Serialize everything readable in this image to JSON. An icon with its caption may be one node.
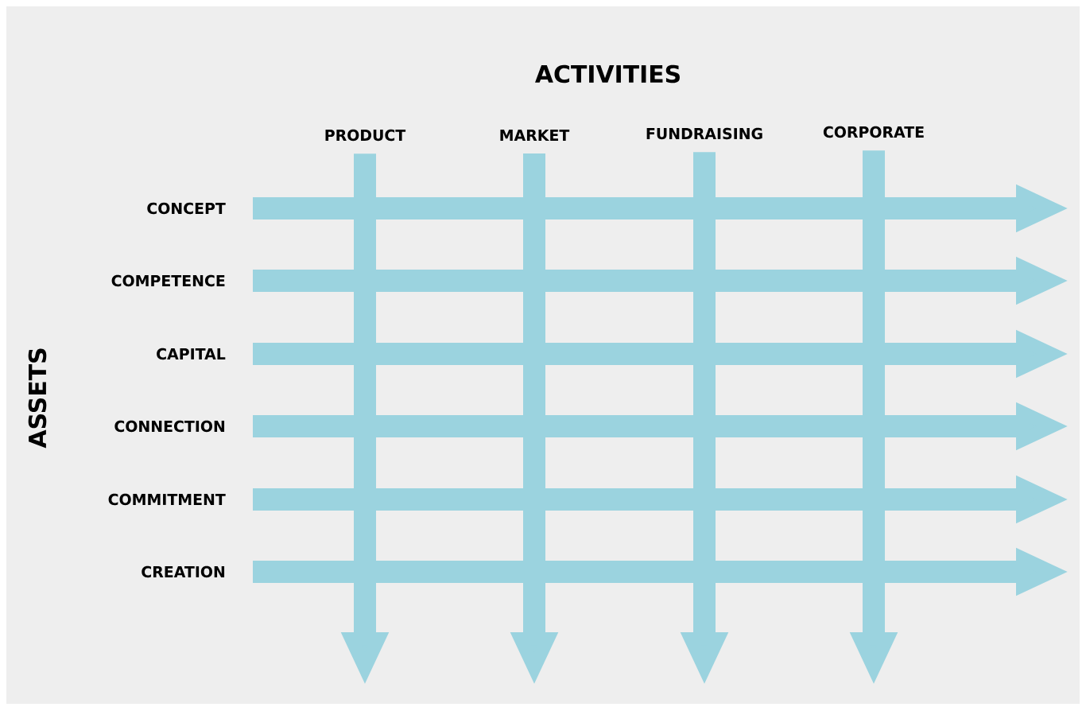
{
  "diagram": {
    "title": "ACTIVITIES",
    "nodes": [
      {
        "text": [
          "PRODUCT"
        ]
      },
      {
        "text": [
          "MARKET"
        ]
      },
      {
        "text": [
          "FUNDRAISING"
        ]
      },
      {
        "text": [
          "CORPORATE"
        ]
      },
      {
        "text": [
          "CONCEPT"
        ]
      },
      {
        "text": [
          "COMPETENCE"
        ]
      },
      {
        "text": [
          "CAPITAL"
        ]
      },
      {
        "text": [
          "CONNECTION"
        ]
      },
      {
        "text": [
          "COMMITMENT"
        ]
      },
      {
        "text": [
          "CREATION"
        ]
      }
    ],
    "edges": [
      {
        "from": 0,
        "to": null,
        "arrow": "to",
        "color": "#9bd3df"
      },
      {
        "from": 1,
        "to": null,
        "arrow": "to",
        "color": "#9bd3df"
      },
      {
        "from": 2,
        "to": null,
        "arrow": "to",
        "color": "#9bd3df"
      },
      {
        "from": 3,
        "to": null,
        "arrow": "to",
        "color": "#9bd3df"
      },
      {
        "from": 4,
        "to": null,
        "arrow": "to",
        "color": "#9bd3df"
      },
      {
        "from": 5,
        "to": null,
        "arrow": "to",
        "color": "#9bd3df"
      },
      {
        "from": 6,
        "to": null,
        "arrow": "to",
        "color": "#9bd3df"
      },
      {
        "from": 7,
        "to": null,
        "arrow": "to",
        "color": "#9bd3df"
      },
      {
        "from": 8,
        "to": null,
        "arrow": "to",
        "color": "#9bd3df"
      },
      {
        "from": 9,
        "to": null,
        "arrow": "to",
        "color": "#9bd3df"
      }
    ],
    "labels": [
      "ASSETS"
    ]
  }
}
